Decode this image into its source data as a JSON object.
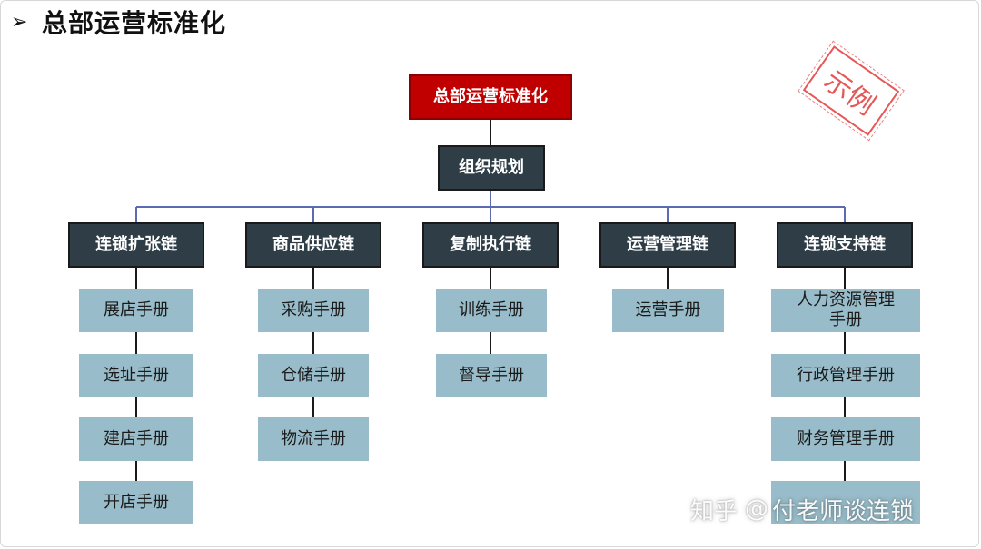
{
  "heading": {
    "arrow_icon": "arrow-right-icon",
    "title": "总部运营标准化"
  },
  "root": {
    "label": "总部运营标准化"
  },
  "org": {
    "label": "组织规划"
  },
  "chains": [
    {
      "label": "连锁扩张链",
      "items": [
        "展店手册",
        "选址手册",
        "建店手册",
        "开店手册"
      ]
    },
    {
      "label": "商品供应链",
      "items": [
        "采购手册",
        "仓储手册",
        "物流手册"
      ]
    },
    {
      "label": "复制执行链",
      "items": [
        "训练手册",
        "督导手册"
      ]
    },
    {
      "label": "运营管理链",
      "items": [
        "运营手册"
      ]
    },
    {
      "label": "连锁支持链",
      "items": [
        "人力资源管理手册",
        "行政管理手册",
        "财务管理手册"
      ]
    }
  ],
  "stamp": {
    "text": "示例"
  },
  "watermark": {
    "prefix": "知乎",
    "handle": "付老师谈连锁"
  },
  "colors": {
    "root_fill": "#c00000",
    "chain_fill": "#2f3d47",
    "leaf_fill": "#98bcc9",
    "connector": "#5b6bb3",
    "stamp": "#e23a3a"
  }
}
